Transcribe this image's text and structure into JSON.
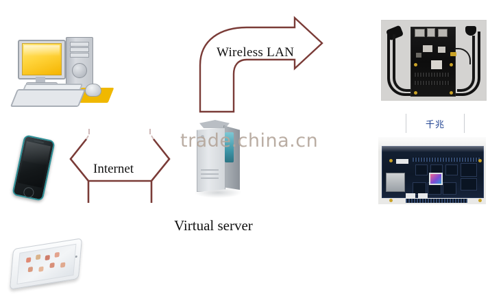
{
  "diagram": {
    "title": "Wireless LAN / Internet network topology",
    "background_color": "#ffffff",
    "arrow_stroke_color": "#7a3b37",
    "labels": {
      "wireless_lan": "Wireless LAN",
      "internet": "Internet",
      "virtual_server": "Virtual server"
    },
    "watermark": "trade.china.cn",
    "watermark_color": "#b5a79c"
  },
  "nodes": {
    "desktop": {
      "name": "desktop-computer",
      "screen_color": "#ffd43b"
    },
    "phone": {
      "name": "smartphone",
      "accent_color": "#2b8f96"
    },
    "tablet": {
      "name": "tablet",
      "body_color": "#fbfcfd"
    },
    "server": {
      "name": "virtual-server-tower",
      "accent_color": "#3f96a8"
    }
  },
  "products": {
    "top_board": {
      "name": "wireless-receiver-card-photo",
      "board_color": "#0d0d0d",
      "background_color": "#d4d3d1"
    },
    "bottom_board": {
      "name": "gigabit-receiver-card-photo",
      "board_color": "#0d1828",
      "background_color": "#e9e9e7"
    },
    "badge": {
      "text": "千兆",
      "color": "#1c3f8f"
    }
  }
}
